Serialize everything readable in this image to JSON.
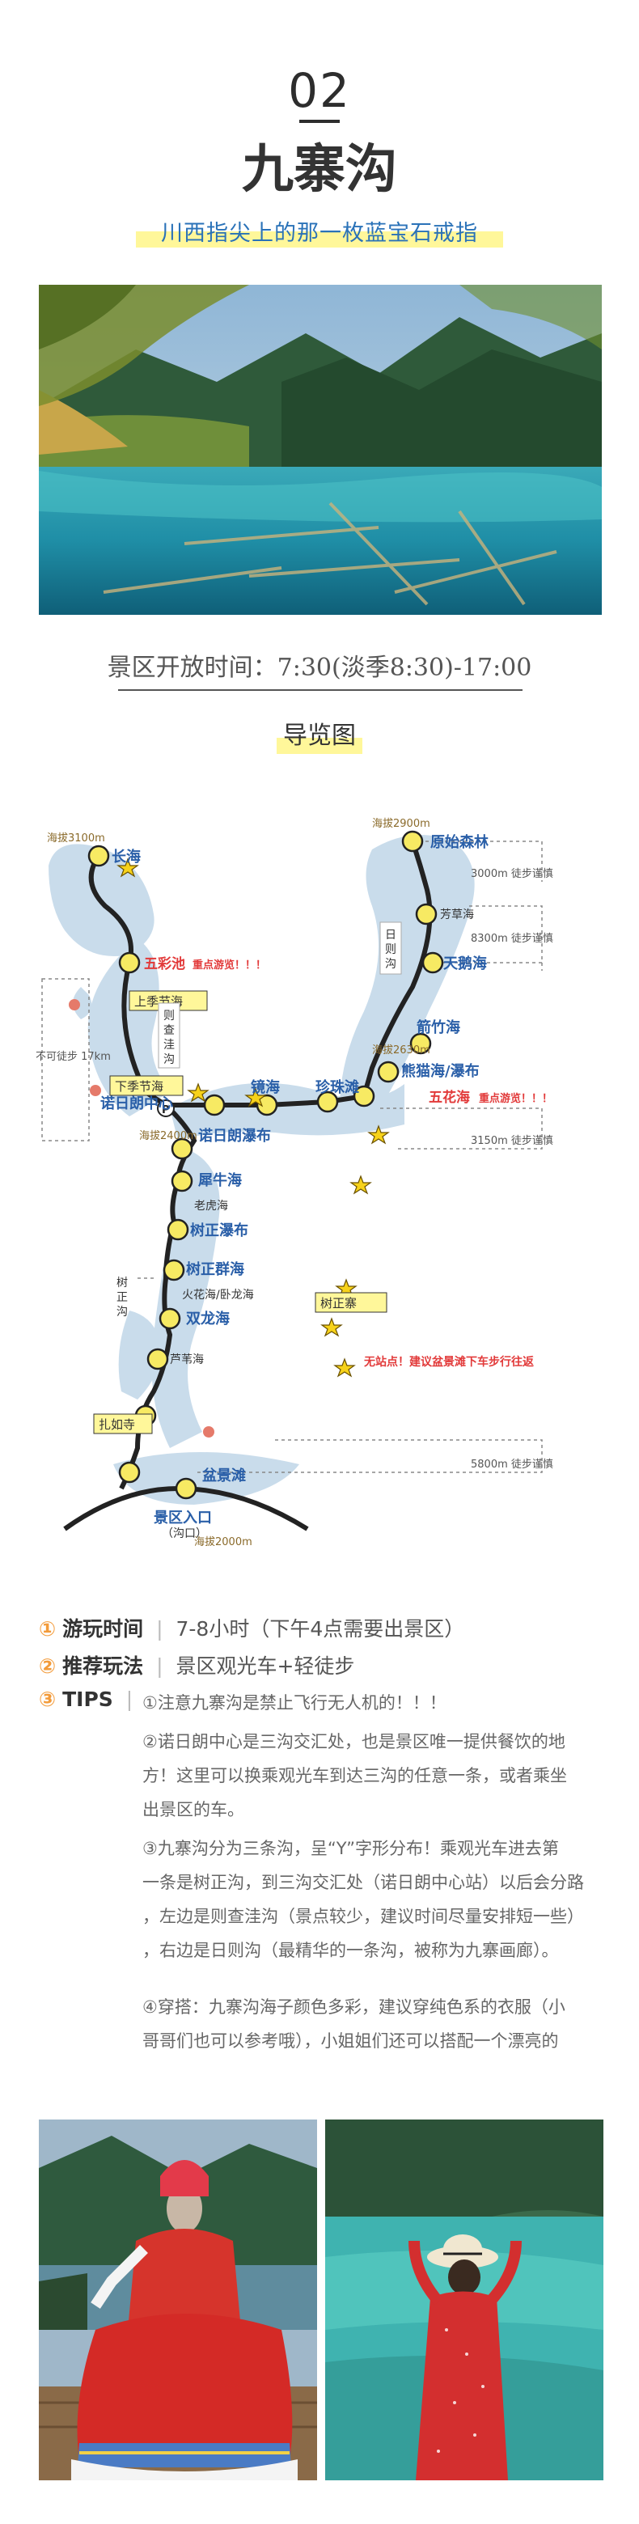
{
  "header": {
    "number": "02",
    "title": "九寨沟",
    "subtitle": "川西指尖上的那一枚蓝宝石戒指"
  },
  "hours": "景区开放时间：7:30(淡季8:30)-17:00",
  "map_title": "导览图",
  "map": {
    "altitudes": {
      "changhai": "海拔3100m",
      "yuanshi": "海拔2900m",
      "nuorilang": "海拔2400m",
      "wuhuahai_alt": "海拔2630m",
      "entrance": "海拔2000m"
    },
    "stops": {
      "changhai": "长海",
      "wucaichi": "五彩池",
      "shangjiHai": "上季节海",
      "xiajiHai": "下季节海",
      "nuorilang_center": "诺日朗中心",
      "jinghai": "镜海",
      "zhenzhutan": "珍珠滩",
      "nuorilang_fall": "诺日朗瀑布",
      "xiniuhai": "犀牛海",
      "laohuhai": "老虎海",
      "shuzheng_fall": "树正瀑布",
      "shuzheng_qunhai": "树正群海",
      "shuzheng_zhai": "树正寨",
      "huohuahai": "火花海/卧龙海",
      "shuanglonghai": "双龙海",
      "luweihai": "芦苇海",
      "zhaxisi": "扎如寺",
      "penjingtan": "盆景滩",
      "entrance": "景区入口",
      "entrance_sub": "（沟口）",
      "yuanshi": "原始森林",
      "fangcaohai": "芳草海",
      "tianehai": "天鹅海",
      "jianzhuhai": "箭竹海",
      "xiongmaohai": "熊猫海/瀑布",
      "wuhuahai": "五花海"
    },
    "valleys": {
      "zecha": "则查洼沟",
      "rize": "日则沟",
      "shuzheng": "树正沟"
    },
    "notes": {
      "wucaichi_tip": "重点游览！！！",
      "wuhuahai_tip": "重点游览！！！",
      "luweihai_tip": "无站点！建议盆景滩下车步行往返",
      "no_walk": "不可徒步 17km",
      "walk1": "3000m 徒步谨慎",
      "walk2": "8300m 徒步谨慎",
      "walk3": "3150m 徒步谨慎",
      "walk4": "5800m 徒步谨慎",
      "parking": "P"
    }
  },
  "info": {
    "time_num": "①",
    "time_label": "游玩时间",
    "time_value": "7-8小时（下午4点需要出景区）",
    "play_num": "②",
    "play_label": "推荐玩法",
    "play_value": "景区观光车+轻徒步",
    "tips_num": "③",
    "tips_label": "TIPS",
    "tips": [
      "①注意九寨沟是禁止飞行无人机的！！！",
      "②诺日朗中心是三沟交汇处，也是景区唯一提供餐饮的地",
      "方！这里可以换乘观光车到达三沟的任意一条，或者乘坐",
      "出景区的车。",
      "③九寨沟分为三条沟，呈“Y”字形分布！乘观光车进去第",
      "一条是树正沟，到三沟交汇处（诺日朗中心站）以后会分路",
      "，左边是则查洼沟（景点较少，建议时间尽量安排短一些）",
      "，右边是日则沟（最精华的一条沟，被称为九寨画廊）。",
      "④穿搭：九寨沟海子颜色多彩，建议穿纯色系的衣服（小",
      "哥哥们也可以参考哦），小姐姐们还可以搭配一个漂亮的"
    ]
  },
  "colors": {
    "accent_orange": "#f39b3a",
    "accent_blue": "#2a72b8",
    "highlight_yellow": "#fff79a",
    "lake_blue": "#c9dceb",
    "alert_red": "#e23a3a"
  }
}
